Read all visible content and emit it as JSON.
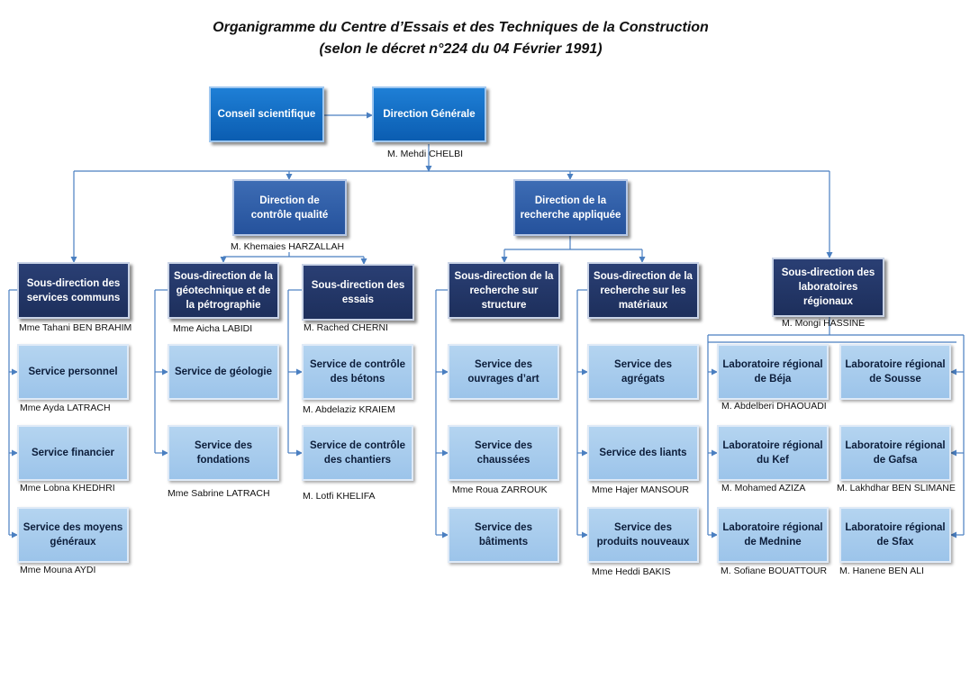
{
  "title": {
    "line1": "Organigramme du Centre d’Essais et des Techniques de la Construction",
    "line2": "(selon le décret n°224 du 04 Février 1991)"
  },
  "top": {
    "conseil": "Conseil scientifique",
    "dg": "Direction Générale",
    "dg_person": "M. Mehdi  CHELBI"
  },
  "directions": {
    "controle": {
      "label": "Direction de contrôle qualité",
      "person": "M. Khemaies HARZALLAH"
    },
    "recherche": {
      "label": "Direction de la recherche appliquée"
    }
  },
  "sub_directions": {
    "services_communs": {
      "label": "Sous-direction des services communs",
      "person": "Mme Tahani BEN  BRAHIM"
    },
    "geotechnique": {
      "label": "Sous-direction de la géotechnique et de la pétrographie",
      "person": "Mme Aicha LABIDI"
    },
    "essais": {
      "label": "Sous-direction des essais",
      "person": "M. Rached CHERNI"
    },
    "structure": {
      "label": "Sous-direction de la recherche sur structure"
    },
    "materiaux": {
      "label": "Sous-direction de la recherche sur les matériaux"
    },
    "laboratoires": {
      "label": "Sous-direction des laboratoires régionaux",
      "person": "M. Mongi HASSINE"
    }
  },
  "services": {
    "personnel": {
      "label": "Service personnel",
      "person": "Mme Ayda LATRACH"
    },
    "financier": {
      "label": "Service financier",
      "person": "Mme Lobna KHEDHRI"
    },
    "moyens": {
      "label": "Service des moyens généraux",
      "person": "Mme Mouna AYDI"
    },
    "geologie": {
      "label": "Service de géologie"
    },
    "fondations": {
      "label": "Service des fondations",
      "person": "Mme Sabrine LATRACH"
    },
    "betons": {
      "label": "Service de contrôle des bétons",
      "person": "M. Abdelaziz KRAIEM"
    },
    "chantiers": {
      "label": "Service de contrôle des chantiers",
      "person": "M. Lotfi KHELIFA"
    },
    "ouvrages": {
      "label": "Service des ouvrages d’art"
    },
    "chaussees": {
      "label": "Service des chaussées",
      "person": "Mme Roua ZARROUK"
    },
    "batiments": {
      "label": "Service des bâtiments"
    },
    "agregats": {
      "label": "Service des agrégats"
    },
    "liants": {
      "label": "Service des liants",
      "person": "Mme Hajer MANSOUR"
    },
    "produits": {
      "label": "Service des produits nouveaux",
      "person": "Mme Heddi BAKIS"
    }
  },
  "labs": {
    "beja": {
      "label": "Laboratoire régional de Béja",
      "person": "M. Abdelberi DHAOUADI"
    },
    "sousse": {
      "label": "Laboratoire régional de Sousse"
    },
    "kef": {
      "label": "Laboratoire régional du Kef",
      "person": "M. Mohamed AZIZA"
    },
    "gafsa": {
      "label": "Laboratoire régional de Gafsa",
      "person": "M. Lakhdhar BEN SLIMANE"
    },
    "mednine": {
      "label": "Laboratoire régional de Mednine",
      "person": "M. Sofiane BOUATTOUR"
    },
    "sfax": {
      "label": "Laboratoire régional de Sfax",
      "person": "M. Hanene BEN ALI"
    }
  },
  "colors": {
    "top_box": "#0b5db1",
    "direction_box": "#25529c",
    "subdirection_box": "#1d2f5c",
    "service_box": "#9cc4ea",
    "connector": "#4a7fc1"
  }
}
